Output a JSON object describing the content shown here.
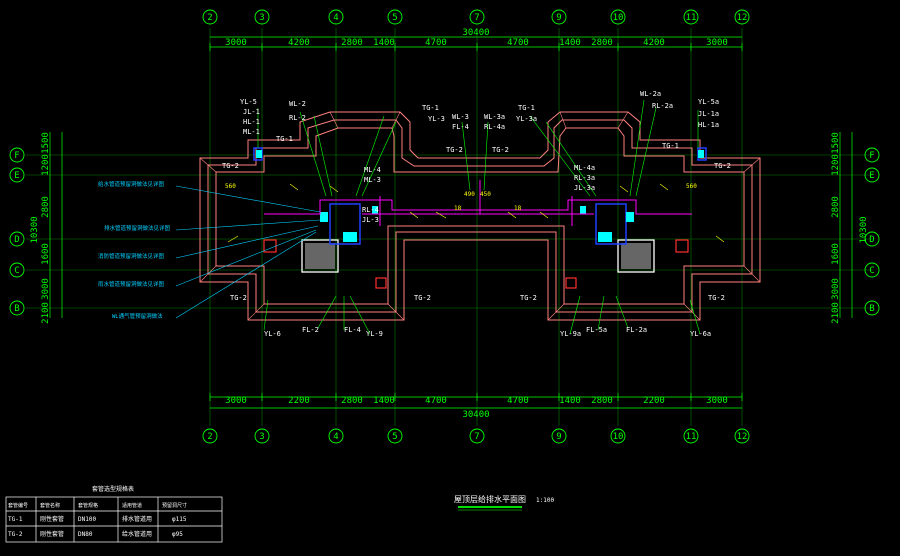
{
  "grid": {
    "vertical_labels": [
      "2",
      "3",
      "4",
      "5",
      "7",
      "9",
      "10",
      "11",
      "12"
    ],
    "horizontal_labels": [
      "F",
      "E",
      "D",
      "C",
      "B"
    ]
  },
  "dimensions": {
    "top_segments": [
      "3000",
      "4200",
      "2800",
      "1400",
      "4700",
      "4700",
      "1400",
      "2800",
      "4200",
      "3000"
    ],
    "top_total": "30400",
    "bottom_segments": [
      "3000",
      "2200",
      "2800",
      "1400",
      "4700",
      "4700",
      "1400",
      "2800",
      "2200",
      "3000"
    ],
    "bottom_total": "30400",
    "left_segments": [
      "1500",
      "1200",
      "2800",
      "1600",
      "3000",
      "2100"
    ],
    "left_total": "10300",
    "right_segments": [
      "1500",
      "1200",
      "2800",
      "1600",
      "3000",
      "2100"
    ],
    "right_total": "10300"
  },
  "pipe_labels": {
    "tg1_a": "TG-1",
    "tg1_b": "TG-1",
    "tg1_c": "TG-1",
    "tg1_d": "TG-1",
    "tg2_a": "TG-2",
    "tg2_b": "TG-2",
    "tg2_c": "TG-2",
    "tg2_d": "TG-2",
    "tg2_e": "TG-2",
    "tg2_f": "TG-2",
    "tg2_g": "TG-2",
    "tg2_h": "TG-2",
    "yl5": "YL-5",
    "jl1": "JL-1",
    "hl1": "HL-1",
    "ml1": "ML-1",
    "wl2": "WL-2",
    "rl2": "RL-2",
    "yl3": "YL-3",
    "wl3": "WL-3",
    "fl4": "FL-4",
    "rl4": "RL-4",
    "wl3a": "WL-3a",
    "rl4a": "RL-4a",
    "yl3a": "YL-3a",
    "wl2a": "WL-2a",
    "rl2a": "RL-2a",
    "yl5a": "YL-5a",
    "jl1a": "JL-1a",
    "hl1a": "HL-1a",
    "ml4": "ML-4",
    "ml3": "ML-3",
    "jl3": "JL-3",
    "ml4a": "ML-4a",
    "rl3a": "RL-3a",
    "jl3a": "JL-3a",
    "yl6": "YL-6",
    "fl2": "FL-2",
    "yl9": "YL-9",
    "yl9a": "YL-9a",
    "fl5a": "FL-5a",
    "fl2a": "FL-2a",
    "yl6a": "YL-6a"
  },
  "small_marks": {
    "m560a": "560",
    "m560b": "560",
    "m490": "490",
    "m450": "450",
    "m18a": "18",
    "m18b": "18"
  },
  "leader_notes": [
    "给水管道预留洞做法见详图",
    "排水管道预留洞做法见详图",
    "消防管道预留洞做法见详图",
    "雨水管道预留洞做法见详图",
    "WL通气管预留洞做法"
  ],
  "legend": {
    "caption": "套管选型规格表",
    "headers": [
      "套管编号",
      "套管名称",
      "套管规格",
      "适用管道",
      "预留洞尺寸"
    ],
    "rows": [
      [
        "TG-1",
        "刚性套管",
        "DN100",
        "排水管道用",
        "φ115"
      ],
      [
        "TG-2",
        "刚性套管",
        "DN80",
        "给水管道用",
        "φ95"
      ]
    ]
  },
  "drawing_title": "屋顶层给排水平面图",
  "drawing_scale": "1:100"
}
